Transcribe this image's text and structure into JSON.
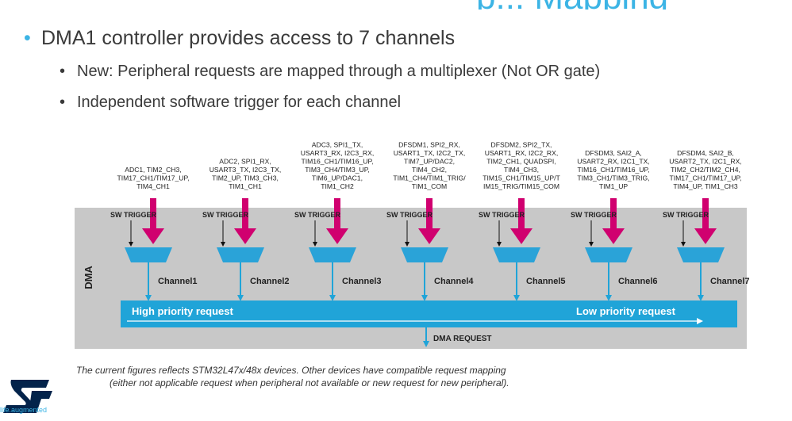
{
  "slide": {
    "title_fragment": "p... Mapping",
    "bullets": [
      "DMA1 controller provides access to 7 channels",
      "New: Peripheral requests are mapped through a multiplexer (Not OR gate)",
      "Independent software trigger for each channel"
    ]
  },
  "diagram": {
    "block_label": "DMA",
    "sw_trigger_label": "SW TRIGGER",
    "channels": [
      {
        "label": "Channel1",
        "requests": [
          "ADC1, TIM2_CH3,",
          "TIM17_CH1/TIM17_UP,",
          "TIM4_CH1"
        ]
      },
      {
        "label": "Channel2",
        "requests": [
          "ADC2, SPI1_RX,",
          "USART3_TX, I2C3_TX,",
          "TIM2_UP, TIM3_CH3,",
          "TIM1_CH1"
        ]
      },
      {
        "label": "Channel3",
        "requests": [
          "ADC3, SPI1_TX,",
          "USART3_RX, I2C3_RX,",
          "TIM16_CH1/TIM16_UP,",
          "TIM3_CH4/TIM3_UP,",
          "TIM6_UP/DAC1,",
          "TIM1_CH2"
        ]
      },
      {
        "label": "Channel4",
        "requests": [
          "DFSDM1, SPI2_RX,",
          "USART1_TX, I2C2_TX,",
          "TIM7_UP/DAC2,",
          "TIM4_CH2,",
          "TIM1_CH4/TIM1_TRIG/",
          "TIM1_COM"
        ]
      },
      {
        "label": "Channel5",
        "requests": [
          "DFSDM2, SPI2_TX,",
          "USART1_RX, I2C2_RX,",
          "TIM2_CH1, QUADSPI,",
          "TIM4_CH3,",
          "TIM15_CH1/TIM15_UP/T",
          "IM15_TRIG/TIM15_COM"
        ]
      },
      {
        "label": "Channel6",
        "requests": [
          "DFSDM3, SAI2_A,",
          "USART2_RX, I2C1_TX,",
          "TIM16_CH1/TIM16_UP,",
          "TIM3_CH1/TIM3_TRIG,",
          "TIM1_UP"
        ]
      },
      {
        "label": "Channel7",
        "requests": [
          "DFSDM4, SAI2_B,",
          "USART2_TX, I2C1_RX,",
          "TIM2_CH2/TIM2_CH4,",
          "TIM17_CH1/TIM17_UP,",
          "TIM4_UP, TIM1_CH3"
        ]
      }
    ],
    "bus": {
      "high_label": "High priority request",
      "low_label": "Low priority request",
      "output_label": "DMA REQUEST"
    },
    "colors": {
      "block_gray": "#c8c8c8",
      "bus_blue": "#20a4d8",
      "mux_blue": "#2aa3d8",
      "request_arrow": "#d0006f"
    }
  },
  "footnote": {
    "line1": "The current figures reflects STM32L47x/48x devices. Other devices have compatible request mapping",
    "line2": "(either not applicable request when peripheral not available or new request for new peripheral)."
  },
  "brand": {
    "logo": "st-logo",
    "tagline": "life.augmented"
  }
}
